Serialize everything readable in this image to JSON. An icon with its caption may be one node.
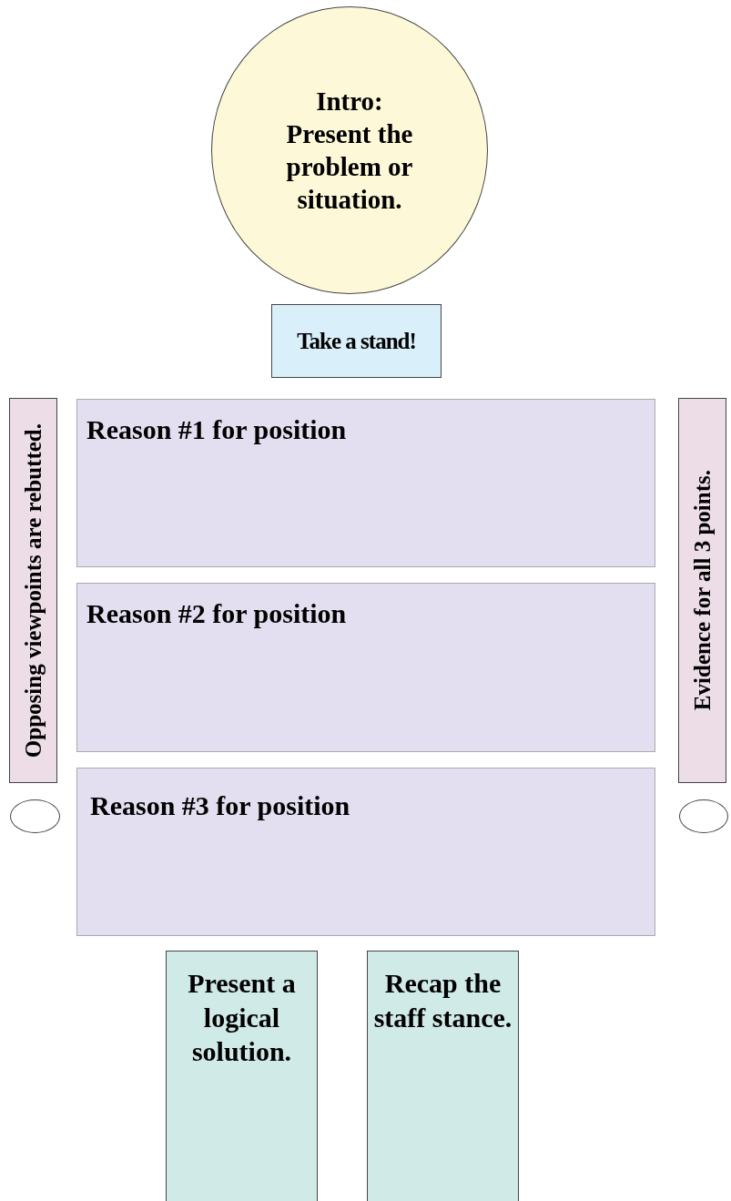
{
  "diagram": {
    "nodes": [
      {
        "text": [
          "Intro: Present the problem or situation."
        ]
      },
      {
        "text": [
          "Take a stand!"
        ]
      },
      {
        "text": [
          "Opposing viewpoints are rebutted."
        ]
      },
      {
        "text": [
          "Reason #1 for position"
        ]
      },
      {
        "text": [
          "Reason #2 for position"
        ]
      },
      {
        "text": [
          "Reason #3 for position"
        ]
      },
      {
        "text": [
          "Evidence for all 3 points."
        ]
      },
      {
        "text": [],
        "shape": "circle"
      },
      {
        "text": [],
        "shape": "circle"
      },
      {
        "text": [
          "Present a logical solution."
        ]
      },
      {
        "text": [
          "Recap the staff stance."
        ]
      }
    ]
  }
}
